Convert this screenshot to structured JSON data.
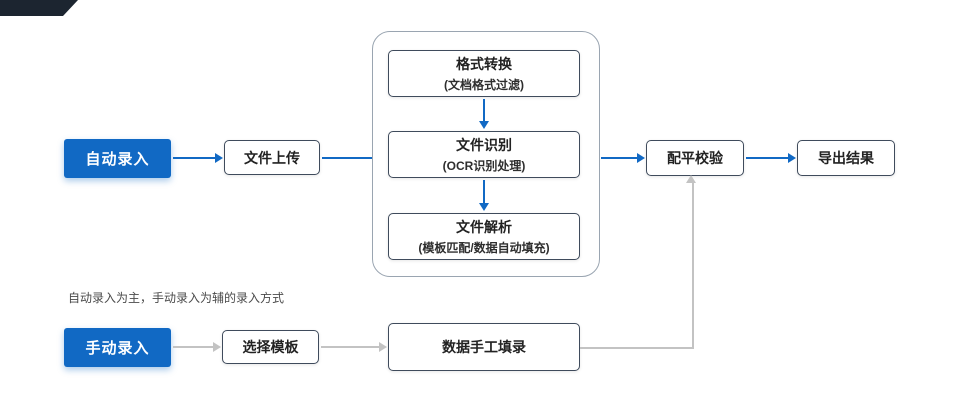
{
  "diagram": {
    "caption": "自动录入为主，手动录入为辅的录入方式",
    "top_flow": {
      "start": "自动录入",
      "file_upload": "文件上传",
      "group_steps": [
        {
          "title": "格式转换",
          "subtitle": "(文档格式过滤)"
        },
        {
          "title": "文件识别",
          "subtitle": "(OCR识别处理)"
        },
        {
          "title": "文件解析",
          "subtitle": "(模板匹配/数据自动填充)"
        }
      ],
      "verify": "配平校验",
      "export": "导出结果"
    },
    "bottom_flow": {
      "start": "手动录入",
      "select_template": "选择模板",
      "manual_fill": "数据手工填录"
    }
  },
  "colors": {
    "accent": "#1169c4",
    "node-border": "#3f4b5c",
    "group-border": "#9aa5b1",
    "connector": "#c3c3c3",
    "corner": "#1c2530",
    "text": "#222222"
  }
}
